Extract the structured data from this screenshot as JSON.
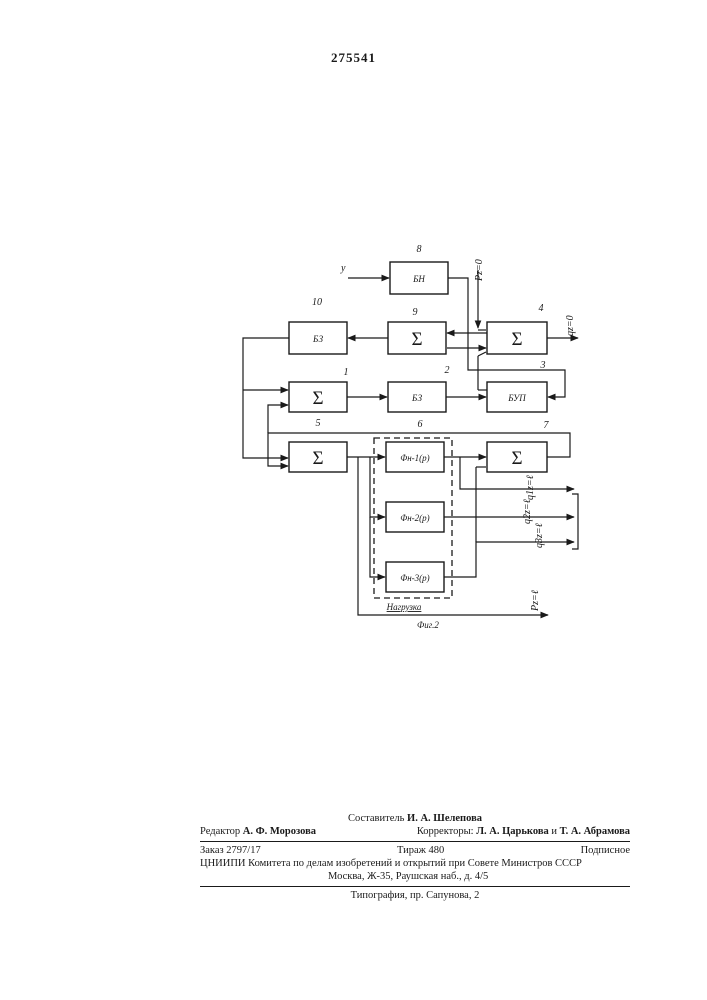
{
  "patent_number": "275541",
  "figure": {
    "caption": "Фиг.2",
    "group_label": "Нагрузка",
    "blocks": {
      "b8": {
        "number": "8",
        "label": "БН"
      },
      "b9": {
        "number": "9",
        "label": "Σ"
      },
      "b10": {
        "number": "10",
        "label": "БЗ"
      },
      "b4": {
        "number": "4",
        "label": "Σ"
      },
      "b1": {
        "number": "1",
        "label": "Σ"
      },
      "b2": {
        "number": "2",
        "label": "БЗ"
      },
      "b3": {
        "number": "3",
        "label": "БУП"
      },
      "b5": {
        "number": "5",
        "label": "Σ"
      },
      "b6": {
        "number": "6",
        "label": ""
      },
      "b7": {
        "number": "7",
        "label": "Σ"
      },
      "f1": {
        "label": "Φн-1(р)"
      },
      "f2": {
        "label": "Φн-2(р)"
      },
      "f3": {
        "label": "Φн-3(р)"
      }
    },
    "signals": {
      "input": "y",
      "p0": "Pz=0",
      "out_top": "qz=0",
      "q1": "q1z=ℓ",
      "q2": "q2z=ℓ",
      "q3": "q3z=ℓ",
      "pl": "Pz=ℓ"
    }
  },
  "imprint": {
    "compiler_label": "Составитель",
    "compiler_name": "И. А. Шелепова",
    "editor_label": "Редактор",
    "editor_name": "А. Ф. Морозова",
    "correctors_label": "Корректоры:",
    "correctors_name_1": "Л. А. Царькова",
    "correctors_and": "и",
    "correctors_name_2": "Т. А. Абрамова",
    "order": "Заказ 2797/17",
    "circulation": "Тираж 480",
    "subscription": "Подписное",
    "institute": "ЦНИИПИ Комитета по делам изобретений и открытий при Совете Министров СССР",
    "address": "Москва, Ж-35, Раушская наб., д. 4/5",
    "printing": "Типография, пр. Сапунова, 2"
  }
}
